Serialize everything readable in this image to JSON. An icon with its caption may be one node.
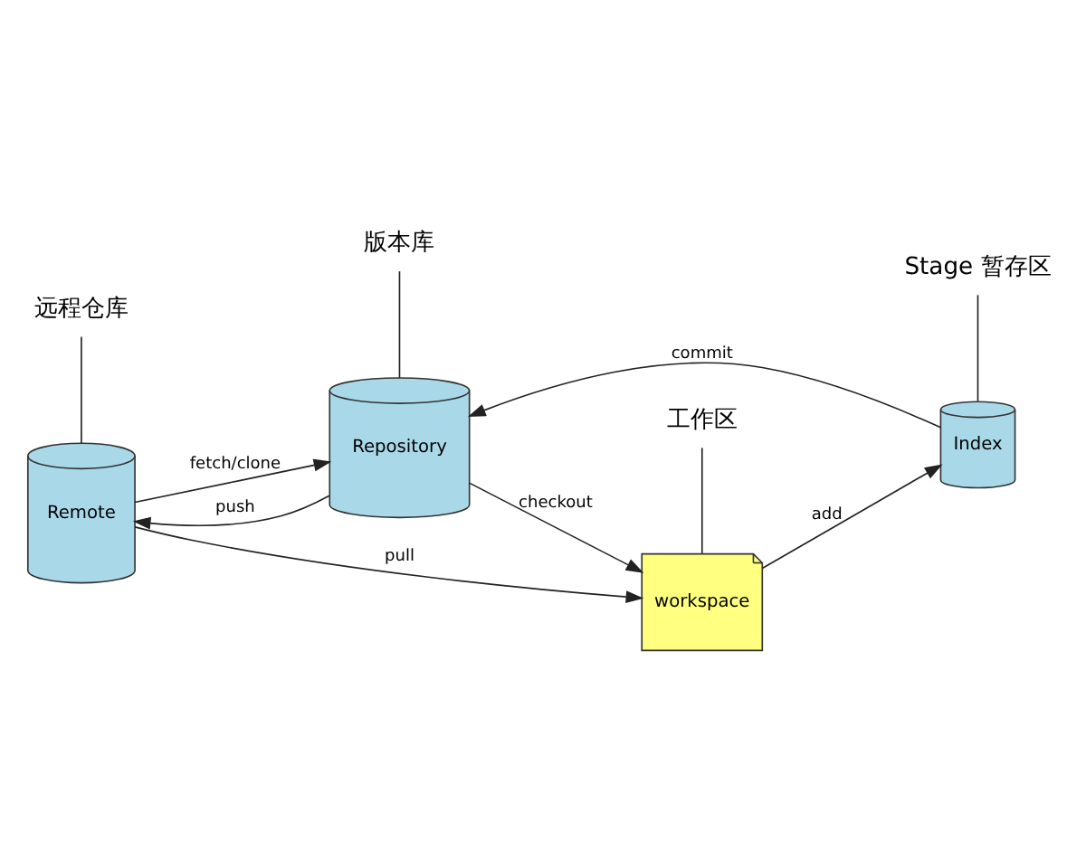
{
  "diagram": {
    "nodes": [
      {
        "text": [
          "Remote"
        ]
      },
      {
        "text": [
          "Repository"
        ]
      },
      {
        "text": [
          "Index"
        ]
      },
      {
        "text": [
          "workspace"
        ]
      },
      {
        "text": [
          "远程仓库"
        ]
      },
      {
        "text": [
          "版本库"
        ]
      },
      {
        "text": [
          "Stage 暂存区"
        ]
      },
      {
        "text": [
          "工作区"
        ]
      }
    ],
    "edges": [
      {
        "from": 0,
        "to": 3,
        "arrow": "to",
        "label": "pull"
      },
      {
        "from": 0,
        "to": 1,
        "arrow": "to",
        "label": "fetch/clone"
      },
      {
        "from": 1,
        "to": 0,
        "arrow": "to",
        "label": "push"
      },
      {
        "from": 1,
        "to": 3,
        "arrow": "to",
        "label": "checkout"
      },
      {
        "from": 2,
        "to": 1,
        "arrow": "to",
        "label": "commit"
      },
      {
        "from": 3,
        "to": 2,
        "arrow": "to",
        "label": "add"
      },
      {
        "from": 4,
        "to": 0,
        "arrow": "none"
      },
      {
        "from": 5,
        "to": 1,
        "arrow": "none"
      },
      {
        "from": 6,
        "to": 2,
        "arrow": "none"
      },
      {
        "from": 7,
        "to": 3,
        "arrow": "none"
      }
    ]
  }
}
